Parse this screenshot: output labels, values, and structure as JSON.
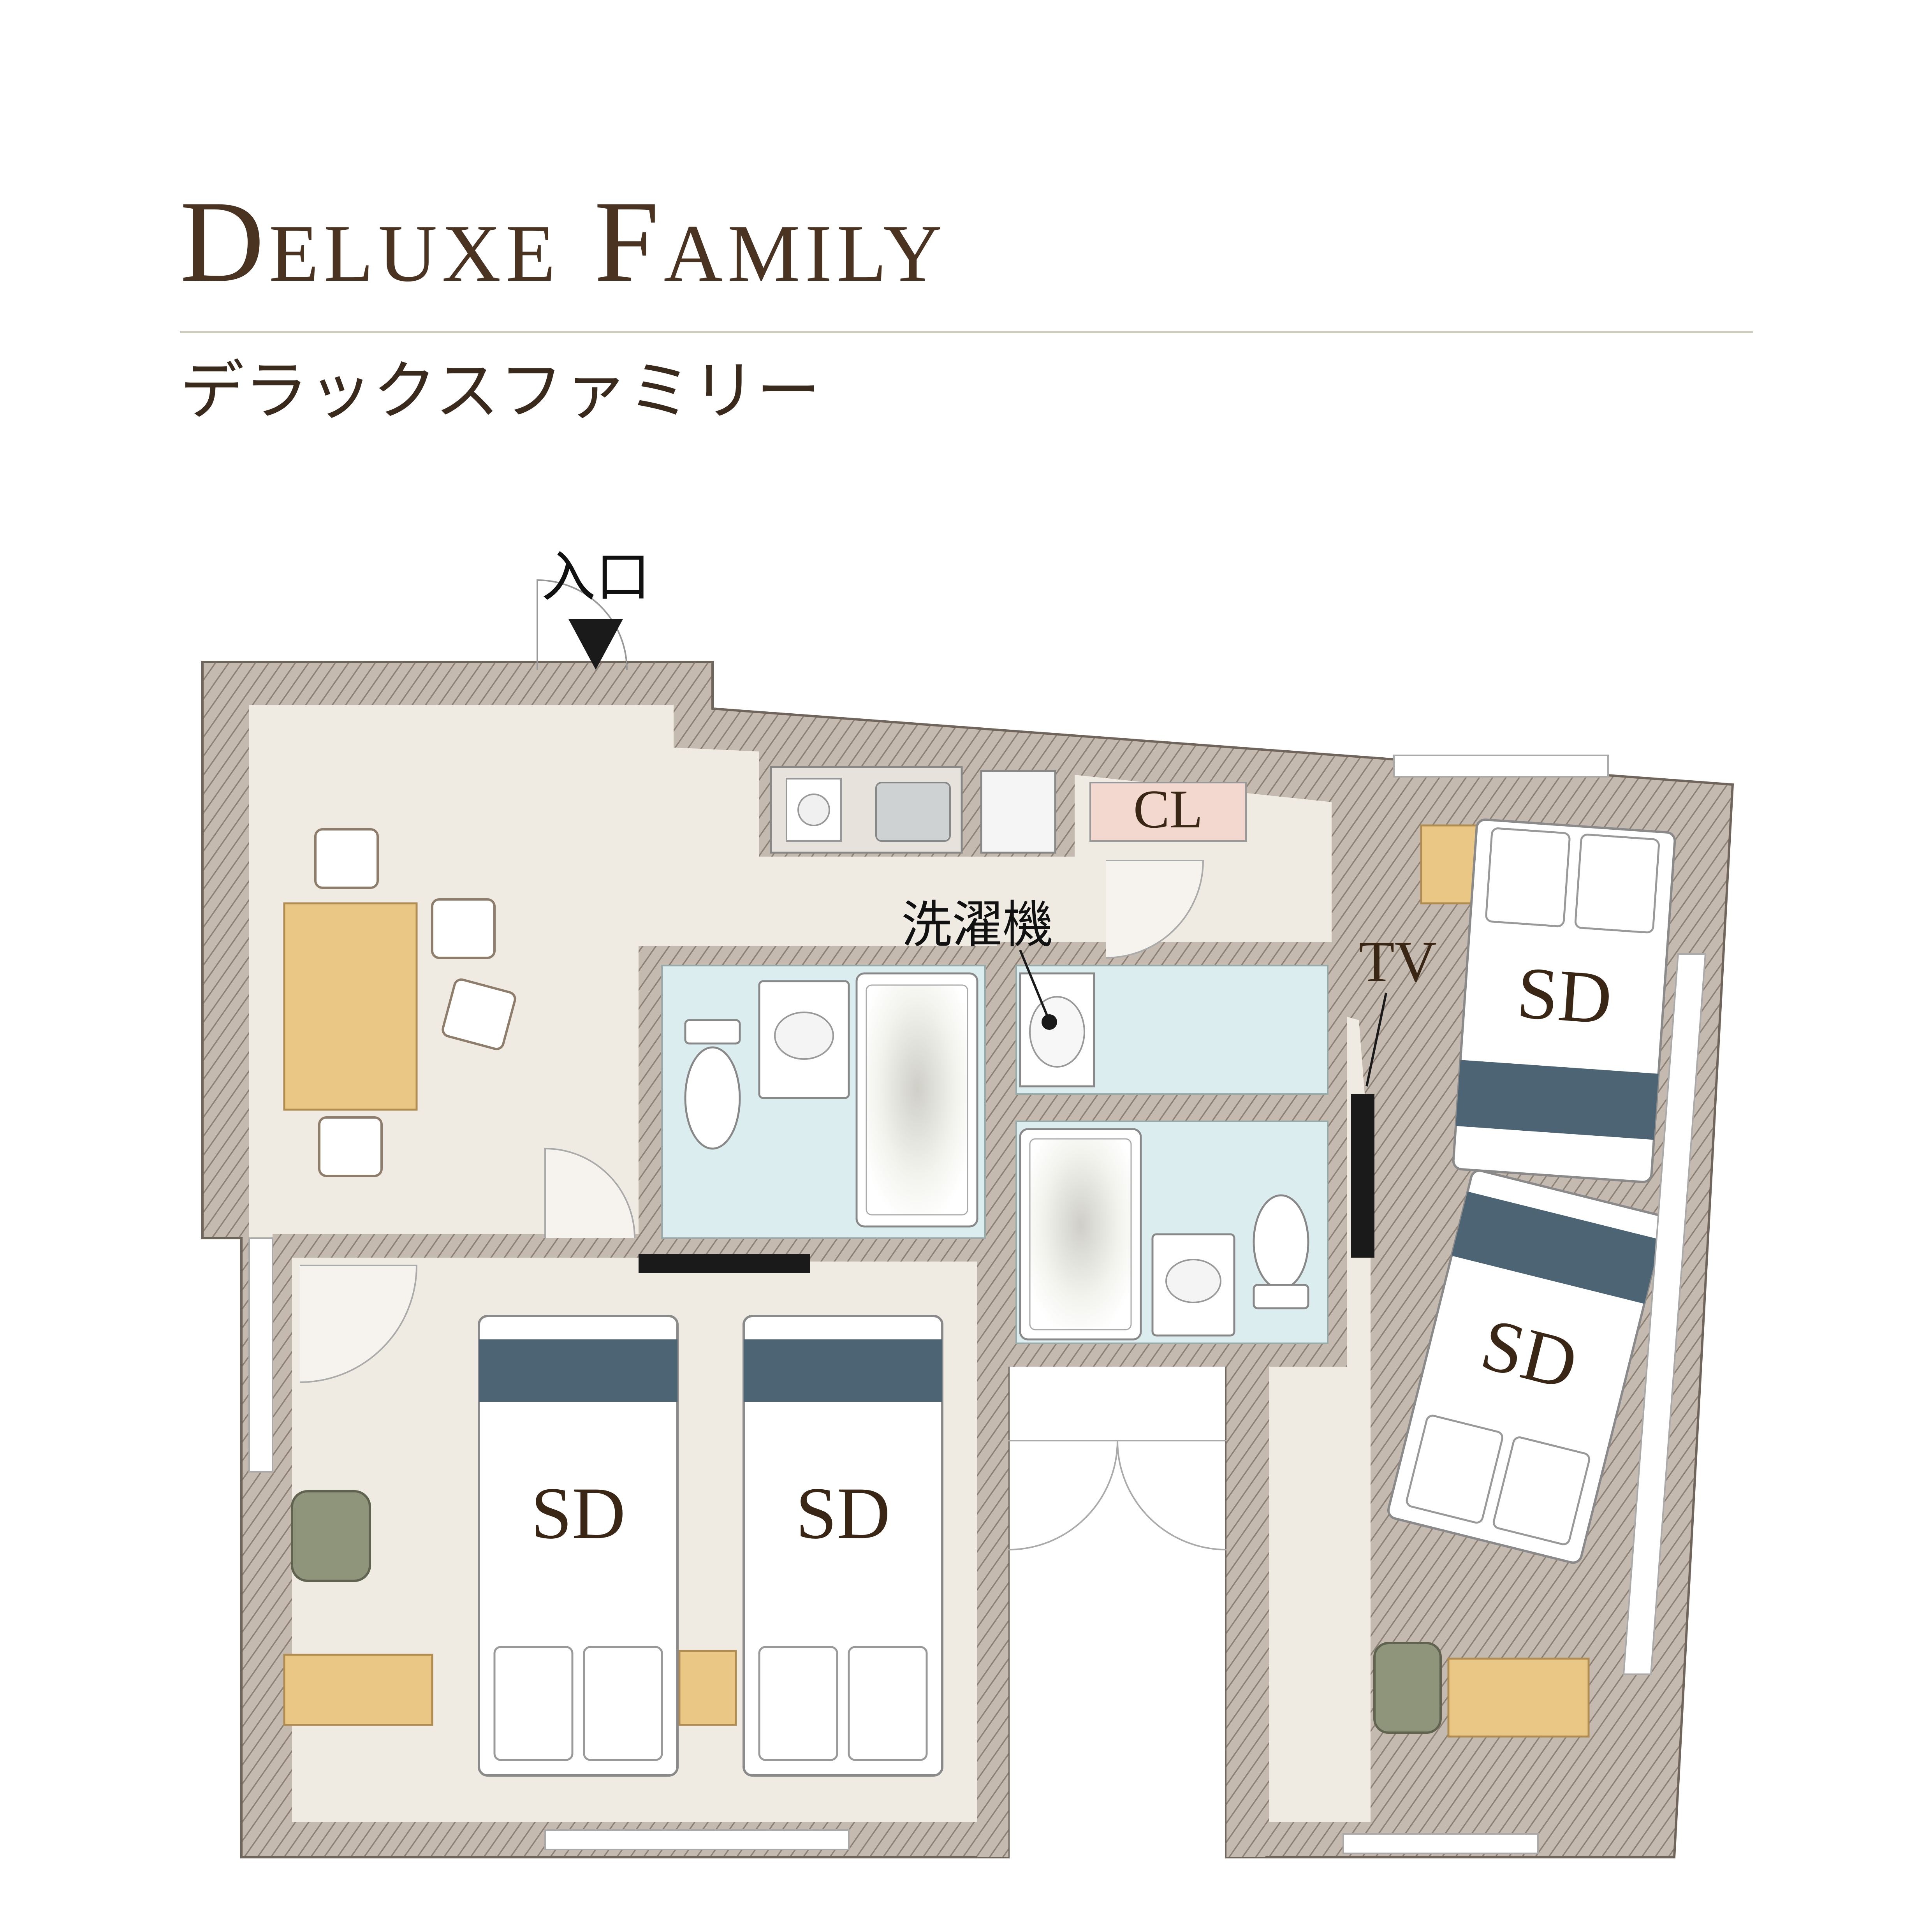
{
  "header": {
    "title": "Deluxe Family",
    "subtitle": "デラックスファミリー"
  },
  "plan": {
    "labels": {
      "entrance": "入口",
      "closet": "CL",
      "washing_machine": "洗濯機",
      "tv": "TV",
      "bed": "SD"
    },
    "colors": {
      "wall": "#b8ada0",
      "floor": "#efebe3",
      "bath_area": "#dcedef",
      "desk_wood": "#eac785",
      "bed_stripe": "#4d6474",
      "chair": "#8f957b",
      "closet": "#f2d8cf",
      "tv": "#1a1a1a"
    }
  }
}
